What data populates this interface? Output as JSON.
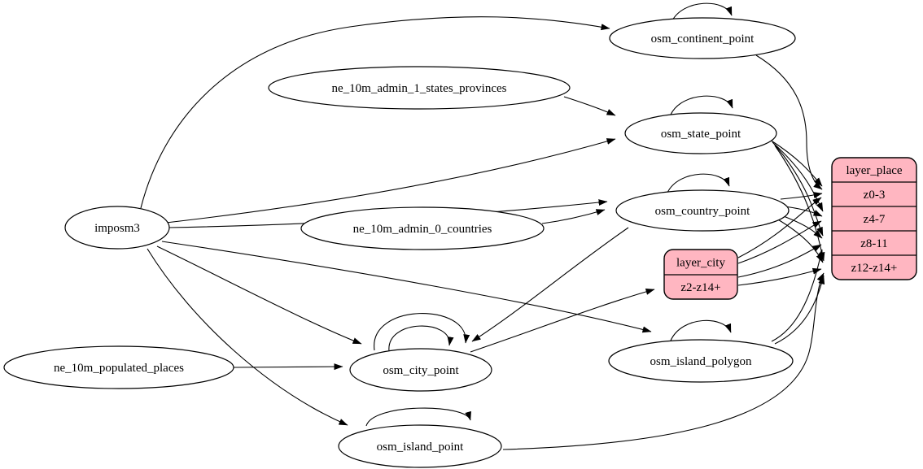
{
  "diagram": {
    "background": "#ffffff",
    "node_fill": "#ffffff",
    "record_fill": "#ffb6c1",
    "stroke_color": "#000000",
    "nodes": [
      {
        "id": "imposm3",
        "label": "imposm3"
      },
      {
        "id": "ne_10m_admin_1_states_provinces",
        "label": "ne_10m_admin_1_states_provinces"
      },
      {
        "id": "ne_10m_admin_0_countries",
        "label": "ne_10m_admin_0_countries"
      },
      {
        "id": "ne_10m_populated_places",
        "label": "ne_10m_populated_places"
      },
      {
        "id": "osm_continent_point",
        "label": "osm_continent_point"
      },
      {
        "id": "osm_state_point",
        "label": "osm_state_point"
      },
      {
        "id": "osm_country_point",
        "label": "osm_country_point"
      },
      {
        "id": "osm_city_point",
        "label": "osm_city_point"
      },
      {
        "id": "osm_island_polygon",
        "label": "osm_island_polygon"
      },
      {
        "id": "osm_island_point",
        "label": "osm_island_point"
      }
    ],
    "records": [
      {
        "id": "layer_city",
        "header": "layer_city",
        "rows": [
          "z2-z14+"
        ]
      },
      {
        "id": "layer_place",
        "header": "layer_place",
        "rows": [
          "z0-3",
          "z4-7",
          "z8-11",
          "z12-z14+"
        ]
      }
    ],
    "edges": [
      {
        "from": "imposm3",
        "to": "osm_continent_point"
      },
      {
        "from": "imposm3",
        "to": "osm_state_point"
      },
      {
        "from": "imposm3",
        "to": "osm_country_point"
      },
      {
        "from": "imposm3",
        "to": "osm_city_point"
      },
      {
        "from": "imposm3",
        "to": "osm_island_polygon"
      },
      {
        "from": "imposm3",
        "to": "osm_island_point"
      },
      {
        "from": "ne_10m_admin_1_states_provinces",
        "to": "osm_state_point"
      },
      {
        "from": "ne_10m_admin_0_countries",
        "to": "osm_country_point"
      },
      {
        "from": "ne_10m_populated_places",
        "to": "osm_city_point"
      },
      {
        "from": "osm_country_point",
        "to": "osm_city_point"
      },
      {
        "from": "osm_city_point",
        "to": "layer_city",
        "port": "z2-z14+"
      },
      {
        "from": "osm_continent_point",
        "to": "layer_place",
        "port": "z0-3"
      },
      {
        "from": "osm_state_point",
        "to": "layer_place",
        "port": "z0-3"
      },
      {
        "from": "osm_state_point",
        "to": "layer_place",
        "port": "z4-7"
      },
      {
        "from": "osm_state_point",
        "to": "layer_place",
        "port": "z8-11"
      },
      {
        "from": "osm_state_point",
        "to": "layer_place",
        "port": "z12-z14+"
      },
      {
        "from": "osm_country_point",
        "to": "layer_place",
        "port": "z0-3"
      },
      {
        "from": "osm_country_point",
        "to": "layer_place",
        "port": "z4-7"
      },
      {
        "from": "osm_country_point",
        "to": "layer_place",
        "port": "z8-11"
      },
      {
        "from": "osm_country_point",
        "to": "layer_place",
        "port": "z12-z14+"
      },
      {
        "from": "layer_city",
        "to": "layer_place",
        "port": "z0-3"
      },
      {
        "from": "layer_city",
        "to": "layer_place",
        "port": "z4-7"
      },
      {
        "from": "layer_city",
        "to": "layer_place",
        "port": "z8-11"
      },
      {
        "from": "layer_city",
        "to": "layer_place",
        "port": "z12-z14+"
      },
      {
        "from": "osm_island_polygon",
        "to": "layer_place",
        "port": "z8-11"
      },
      {
        "from": "osm_island_polygon",
        "to": "layer_place",
        "port": "z12-z14+"
      },
      {
        "from": "osm_island_point",
        "to": "layer_place",
        "port": "z12-z14+"
      },
      {
        "from": "osm_continent_point",
        "to": "osm_continent_point"
      },
      {
        "from": "osm_state_point",
        "to": "osm_state_point"
      },
      {
        "from": "osm_country_point",
        "to": "osm_country_point"
      },
      {
        "from": "osm_city_point",
        "to": "osm_city_point"
      },
      {
        "from": "osm_city_point",
        "to": "osm_city_point",
        "port": "inner"
      },
      {
        "from": "osm_island_polygon",
        "to": "osm_island_polygon"
      },
      {
        "from": "osm_island_point",
        "to": "osm_island_point"
      }
    ]
  }
}
